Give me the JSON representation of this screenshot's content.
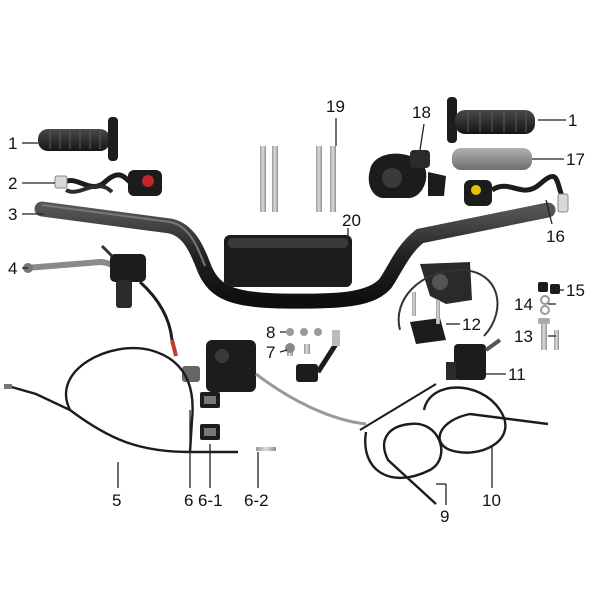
{
  "diagram": {
    "callouts": [
      {
        "id": "c1a",
        "text": "1"
      },
      {
        "id": "c1b",
        "text": "1"
      },
      {
        "id": "c2",
        "text": "2"
      },
      {
        "id": "c3",
        "text": "3"
      },
      {
        "id": "c4",
        "text": "4"
      },
      {
        "id": "c5",
        "text": "5"
      },
      {
        "id": "c6",
        "text": "6"
      },
      {
        "id": "c6_1",
        "text": "6-1"
      },
      {
        "id": "c6_2",
        "text": "6-2"
      },
      {
        "id": "c7",
        "text": "7"
      },
      {
        "id": "c8",
        "text": "8"
      },
      {
        "id": "c9",
        "text": "9"
      },
      {
        "id": "c10",
        "text": "10"
      },
      {
        "id": "c11",
        "text": "11"
      },
      {
        "id": "c12",
        "text": "12"
      },
      {
        "id": "c13",
        "text": "13"
      },
      {
        "id": "c14",
        "text": "14"
      },
      {
        "id": "c15",
        "text": "15"
      },
      {
        "id": "c16",
        "text": "16"
      },
      {
        "id": "c17",
        "text": "17"
      },
      {
        "id": "c18",
        "text": "18"
      },
      {
        "id": "c19",
        "text": "19"
      },
      {
        "id": "c20",
        "text": "20"
      }
    ],
    "colors": {
      "part_dark": "#1c1c1c",
      "part_mid": "#3a3a3a",
      "metal": "#b8b8b8",
      "throttle_grip": "#8a8a8a",
      "switch_red": "#c0262b",
      "switch_yellow": "#e8c200",
      "wire_red": "#c23a2a",
      "leader": "#222222"
    },
    "icons": [
      "grip-icon",
      "switch-icon",
      "handlebar-icon",
      "lever-icon",
      "cable-icon",
      "caliper-icon",
      "bolt-icon",
      "pad-icon",
      "bracket-icon"
    ]
  }
}
